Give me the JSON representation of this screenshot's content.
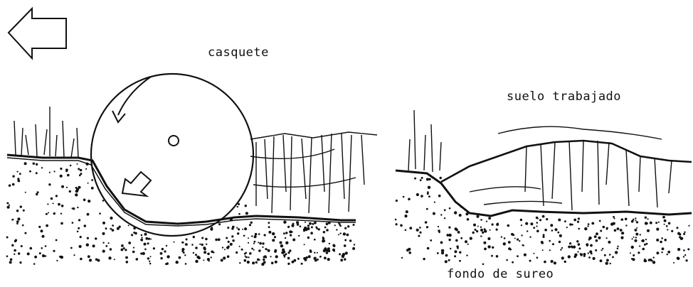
{
  "labels": {
    "disc": "casquete",
    "worked_soil": "suelo trabajado",
    "furrow_bottom": "fondo de sureo"
  },
  "icons": {
    "direction": "left-arrow-icon",
    "rotation": "curved-arrow-icon",
    "force": "down-left-arrow-icon"
  },
  "colors": {
    "ink": "#111111",
    "paper": "#ffffff"
  }
}
